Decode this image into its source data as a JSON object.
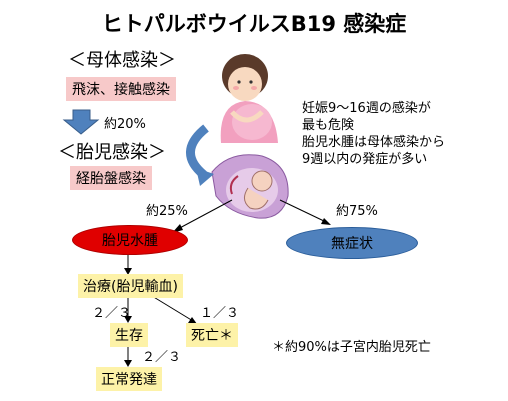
{
  "title": "ヒトパルボウイルスB19 感染症",
  "maternal_heading": "＜母体感染＞",
  "maternal_route": "飛沫、接触感染",
  "rate_20": "約20%",
  "fetal_heading": "＜胎児感染＞",
  "fetal_route": "経胎盤感染",
  "note_lines": [
    "妊娠9～16週の感染が",
    "最も危険",
    "胎児水腫は母体感染から",
    "9週以内の発症が多い"
  ],
  "rate_25": "約25%",
  "rate_75": "約75%",
  "hydrops": "胎児水腫",
  "asymptomatic": "無症状",
  "treatment": "治療(胎児輸血)",
  "frac_two_thirds_a": "２／３",
  "frac_one_third": "１／３",
  "survival": "生存",
  "death": "死亡＊",
  "frac_two_thirds_b": "２／３",
  "normal_development": "正常発達",
  "footnote": "＊約90%は子宮内胎児死亡",
  "colors": {
    "pink_box": "#f7c9c9",
    "red_ellipse": "#e00000",
    "blue_ellipse": "#4f81bd",
    "yellow_box": "#fdf2a8",
    "arrow_blue": "#4f81bd"
  }
}
